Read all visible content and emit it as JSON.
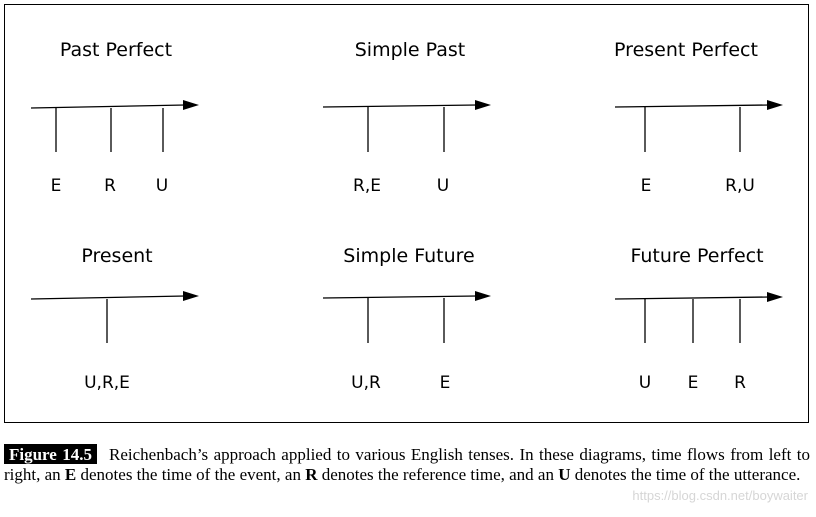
{
  "panels": [
    {
      "title": "Past Perfect",
      "ticks": [
        "E",
        "R",
        "U"
      ]
    },
    {
      "title": "Simple Past",
      "ticks": [
        "R,E",
        "U"
      ]
    },
    {
      "title": "Present Perfect",
      "ticks": [
        "E",
        "R,U"
      ]
    },
    {
      "title": "Present",
      "ticks": [
        "U,R,E"
      ]
    },
    {
      "title": "Simple Future",
      "ticks": [
        "U,R",
        "E"
      ]
    },
    {
      "title": "Future Perfect",
      "ticks": [
        "U",
        "E",
        "R"
      ]
    }
  ],
  "caption": {
    "figure_label": "Figure 14.5",
    "t1": "Reichenbach’s approach applied to various English tenses. In these diagrams, time flows from left to right, an ",
    "E": "E",
    "t2": " denotes the time of the event, an ",
    "R": "R",
    "t3": " denotes the reference time, and an ",
    "U": "U",
    "t4": " denotes the time of the utterance."
  },
  "watermark": "https://blog.csdn.net/boywaiter"
}
